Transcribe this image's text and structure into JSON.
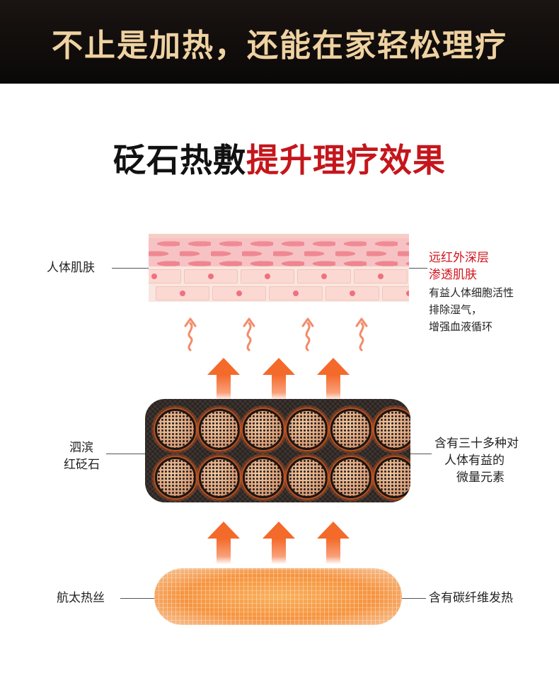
{
  "banner": {
    "text": "不止是加热，还能在家轻松理疗"
  },
  "headline": {
    "part1": "砭石热敷",
    "part2": "提升理疗效果"
  },
  "layers": {
    "skin": {
      "label": "人体肌肤",
      "desc_red_1": "远红外深层",
      "desc_red_2": "渗透肌肤",
      "desc_1": "有益人体细胞活性",
      "desc_2": "排除湿气，",
      "desc_3": "增强血液循环"
    },
    "stone": {
      "label_1": "泗滨",
      "label_2": "红砭石",
      "desc_1": "含有三十多种对",
      "desc_2": "人体有益的",
      "desc_3": "微量元素"
    },
    "wire": {
      "label": "航太热丝",
      "desc": "含有碳纤维发热"
    }
  },
  "colors": {
    "banner_bg": "#0e0b0a",
    "banner_text": "#efd2a2",
    "accent_red": "#c4161c",
    "arrow_orange": "#f36a2b"
  },
  "icons": [
    "wavy-arrow-icon",
    "heat-arrow-icon"
  ]
}
